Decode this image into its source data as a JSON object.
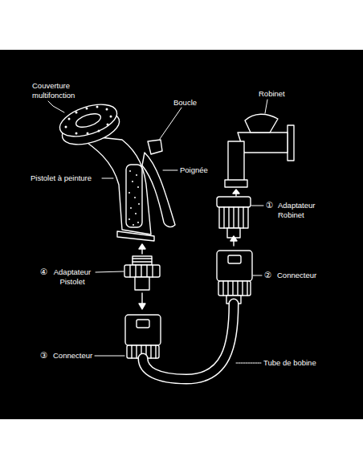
{
  "diagram": {
    "labels": [
      "Couverture multifonction",
      "Boucle",
      "Robinet",
      "Pistolet à peinture",
      "Poignée",
      "①",
      "Adaptateur Robinet",
      "②",
      "Connecteur",
      "③",
      "Connecteur",
      "④",
      "Adaptateur Pistolet",
      "Tube de bobine"
    ]
  }
}
